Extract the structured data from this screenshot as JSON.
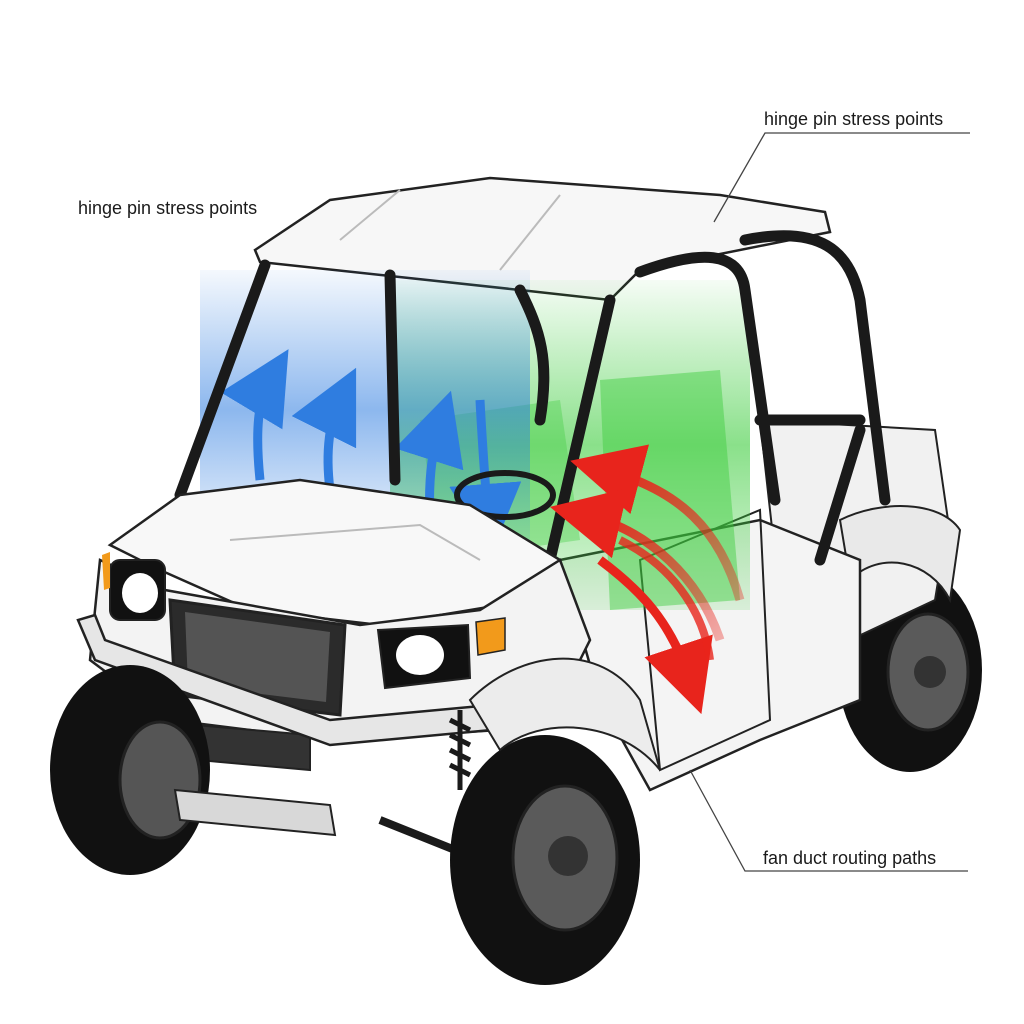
{
  "callouts": {
    "top_right": "hinge pin stress points",
    "top_left": "hinge pin stress points",
    "bottom_right": "fan duct routing paths"
  },
  "colors": {
    "airflow_blue": "#2f7de0",
    "airflow_green": "#3ccc3c",
    "airflow_red": "#e8241c",
    "body": "#f4f4f4",
    "outline": "#222222",
    "tire": "#111111",
    "rim": "#555555",
    "amber": "#f29a1b"
  }
}
